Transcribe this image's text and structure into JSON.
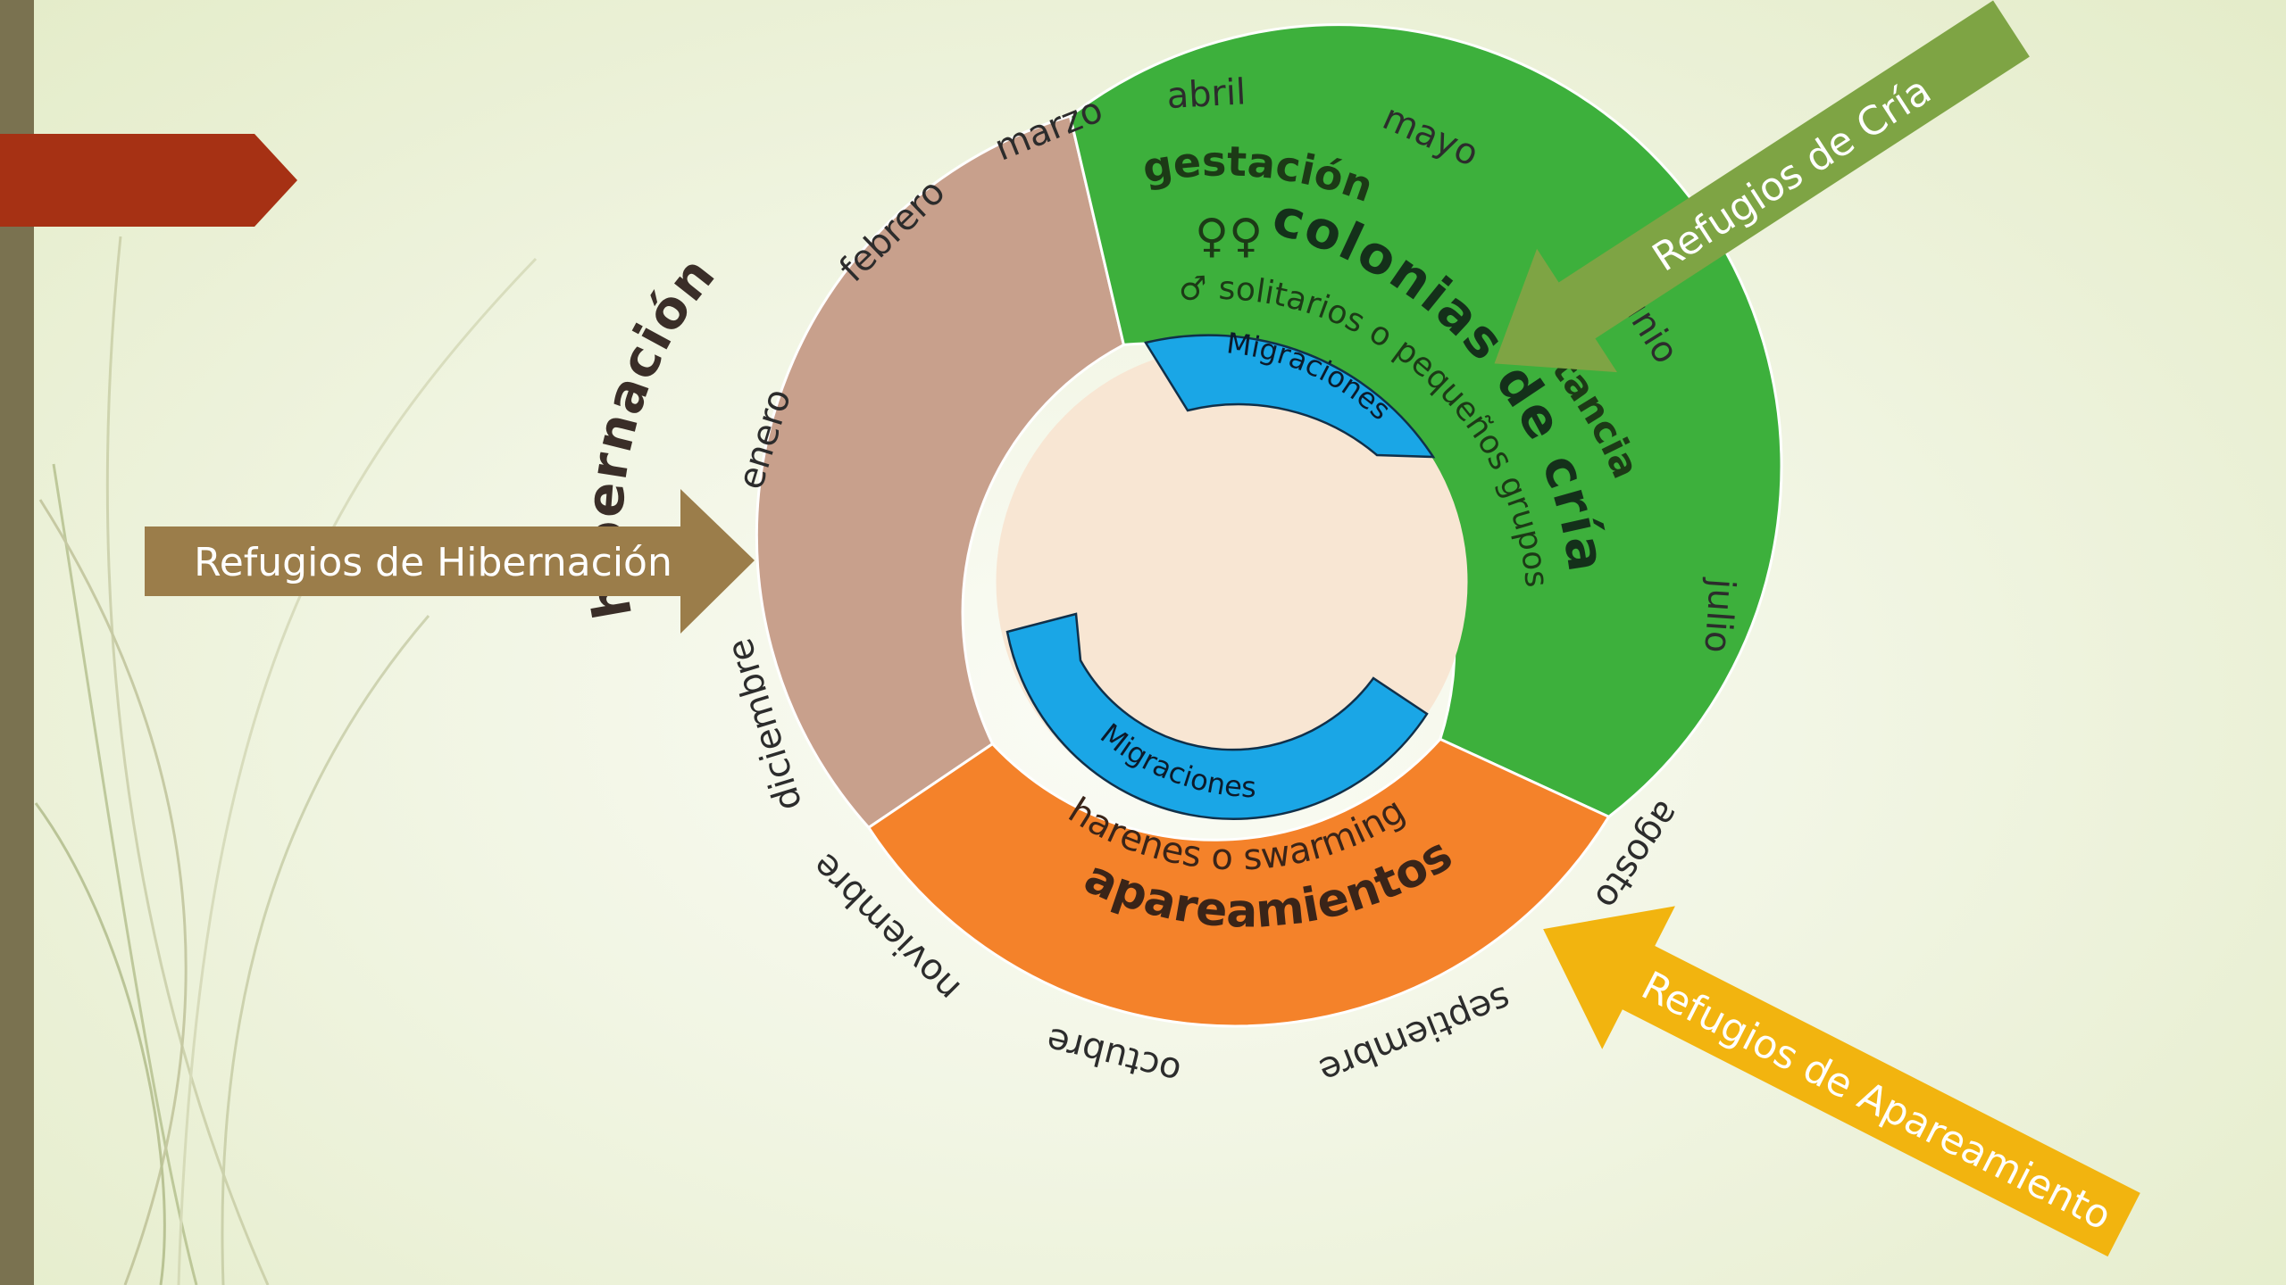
{
  "colors": {
    "slide_bg": "#eef3dc",
    "side_bar": "#7a7250",
    "title_tab": "#a63114",
    "hibernation": "#c8a08c",
    "breeding": "#3db03c",
    "mating": "#f4822a",
    "migration": "#1aa6e6",
    "center": "#f8e6d3",
    "arrow_hibernation": "#9b7d4a",
    "arrow_breeding": "#7ea444",
    "arrow_mating": "#f2b40f"
  },
  "months": [
    "enero",
    "febrero",
    "marzo",
    "abril",
    "mayo",
    "junio",
    "julio",
    "agosto",
    "septiembre",
    "octubre",
    "noviembre",
    "diciembre"
  ],
  "segments": {
    "hibernation": "hibernación",
    "gestation": "gestación",
    "breeding_colonies": "colonias de cría",
    "lactation": "lactancia",
    "females_symbol": "♀♀",
    "males_line": "♂ solitarios o pequeños grupos",
    "mating": "apareamientos",
    "harems": "harenes o swarming"
  },
  "migrations": {
    "spring": "Migraciones",
    "autumn": "Migraciones"
  },
  "callouts": {
    "hibernation": "Refugios de Hibernación",
    "breeding": "Refugios de Cría",
    "mating": "Refugios de Apareamiento"
  }
}
